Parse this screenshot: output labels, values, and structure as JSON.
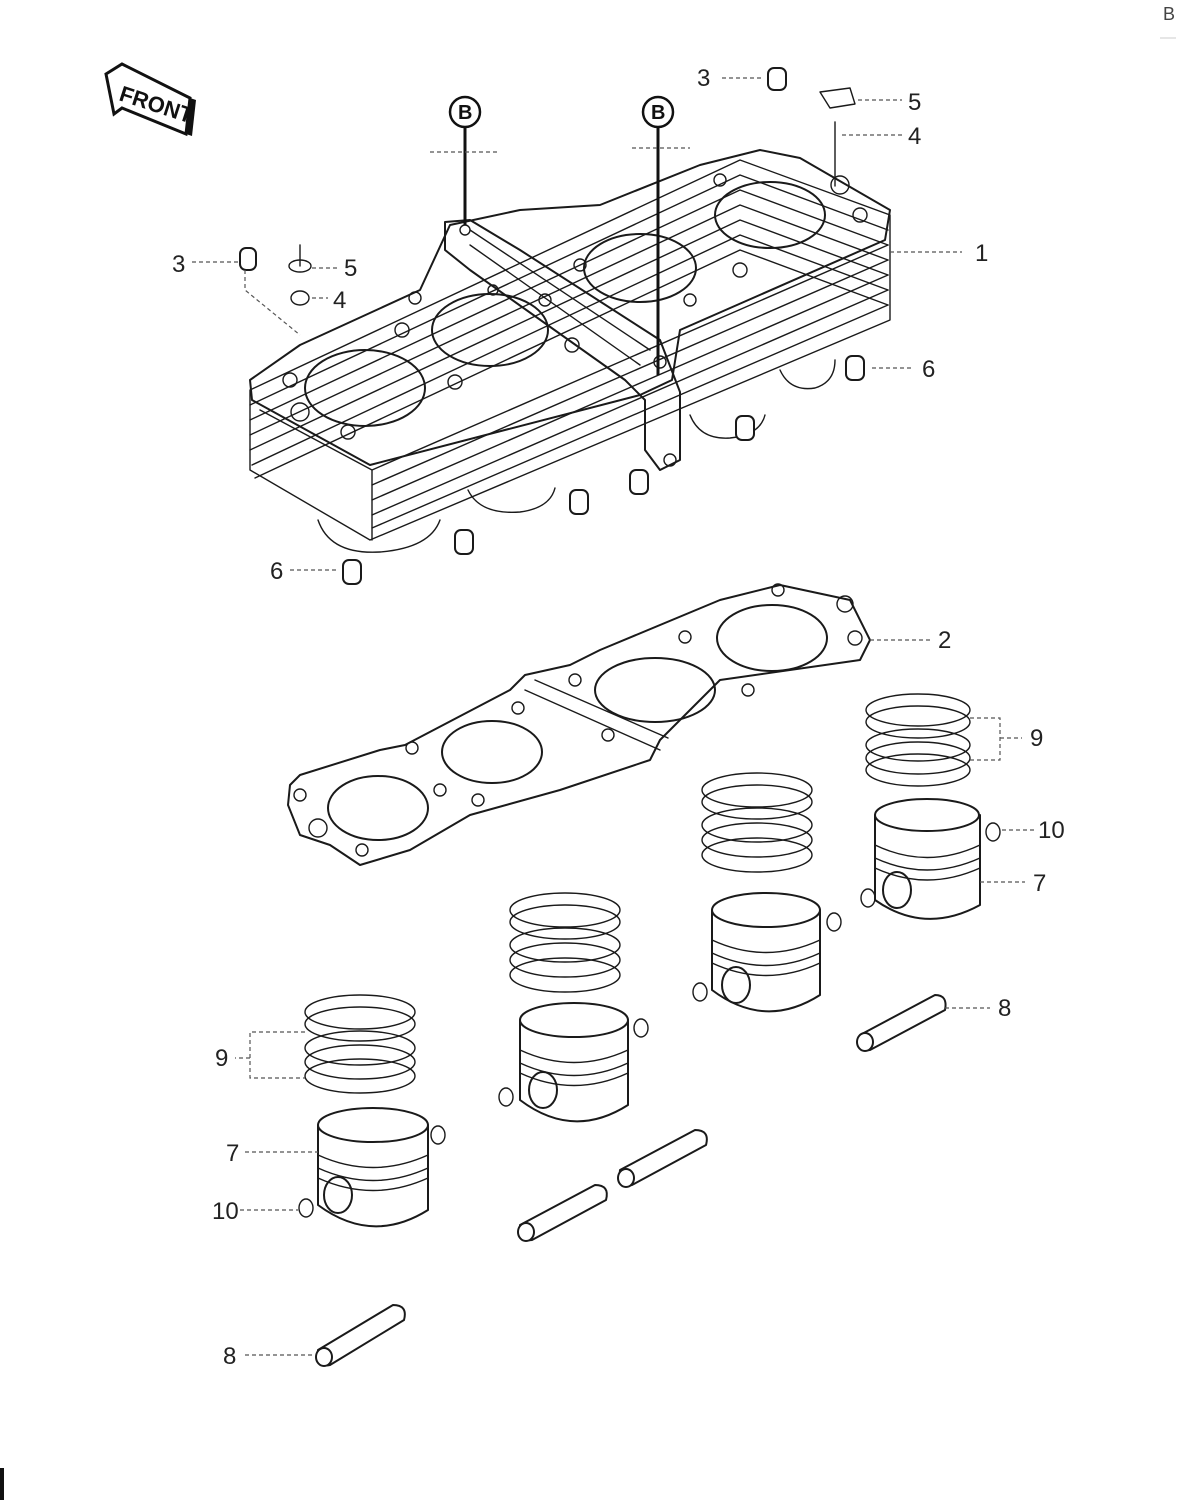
{
  "page": {
    "corner_mark": "B",
    "front_label": "FRONT",
    "reference_marker": "B"
  },
  "callouts": {
    "c1": "1",
    "c2": "2",
    "c3a": "3",
    "c3b": "3",
    "c4a": "4",
    "c4b": "4",
    "c5a": "5",
    "c5b": "5",
    "c6a": "6",
    "c6b": "6",
    "c7a": "7",
    "c7b": "7",
    "c8a": "8",
    "c8b": "8",
    "c9a": "9",
    "c9b": "9",
    "c10a": "10",
    "c10b": "10"
  },
  "parts": [
    {
      "id": 1,
      "name": "cylinder-block"
    },
    {
      "id": 2,
      "name": "cylinder-base-gasket"
    },
    {
      "id": 3,
      "name": "dowel-pin"
    },
    {
      "id": 4,
      "name": "o-ring"
    },
    {
      "id": 5,
      "name": "washer"
    },
    {
      "id": 6,
      "name": "plug"
    },
    {
      "id": 7,
      "name": "piston"
    },
    {
      "id": 8,
      "name": "piston-pin"
    },
    {
      "id": 9,
      "name": "piston-ring-set"
    },
    {
      "id": 10,
      "name": "circlip"
    }
  ]
}
